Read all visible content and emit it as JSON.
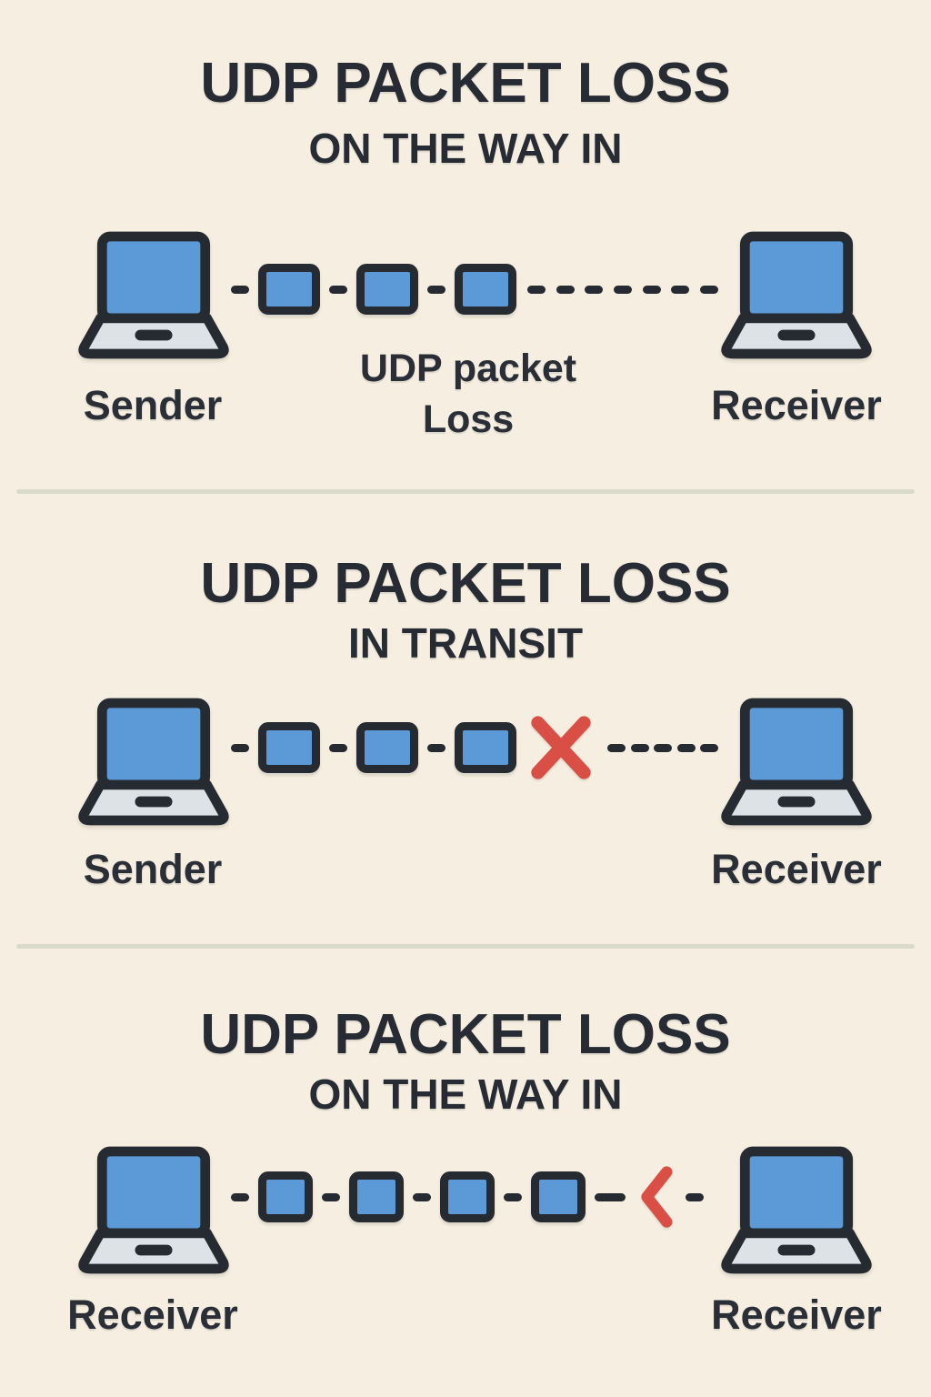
{
  "colors": {
    "background": "#f6efe1",
    "ink": "#262a31",
    "packet_blue": "#5b9ad6",
    "laptop_base_gray": "#dde2e6",
    "loss_red": "#d94f45",
    "divider_gray": "#dadacb"
  },
  "icons": {
    "laptop": "laptop-icon",
    "udp_packet": "udp-packet-icon",
    "packet_loss_x": "packet-loss-x-icon",
    "packet_loss_chevron": "chevron-left-icon",
    "dash": "flow-dash"
  },
  "panels": [
    {
      "title": "UDP PACKET LOSS",
      "subtitle": "ON THE WAY IN",
      "left_label": "Sender",
      "right_label": "Receiver",
      "annotation": "UDP packet\nLoss",
      "flow": [
        "dash",
        "packet",
        "dash",
        "packet",
        "dash",
        "packet",
        "trail:7"
      ]
    },
    {
      "title": "UDP PACKET LOSS",
      "subtitle": "IN TRANSIT",
      "left_label": "Sender",
      "right_label": "Receiver",
      "flow": [
        "dash",
        "packet",
        "dash",
        "packet",
        "dash",
        "packet",
        "x",
        "trail:5"
      ]
    },
    {
      "title": "UDP PACKET LOSS",
      "subtitle": "ON THE WAY IN",
      "left_label": "Receiver",
      "right_label": "Receiver",
      "flow": [
        "dash",
        "packet",
        "dash",
        "packet",
        "dash",
        "packet",
        "dash",
        "packet",
        "widedash",
        "chevron",
        "dash"
      ]
    }
  ]
}
